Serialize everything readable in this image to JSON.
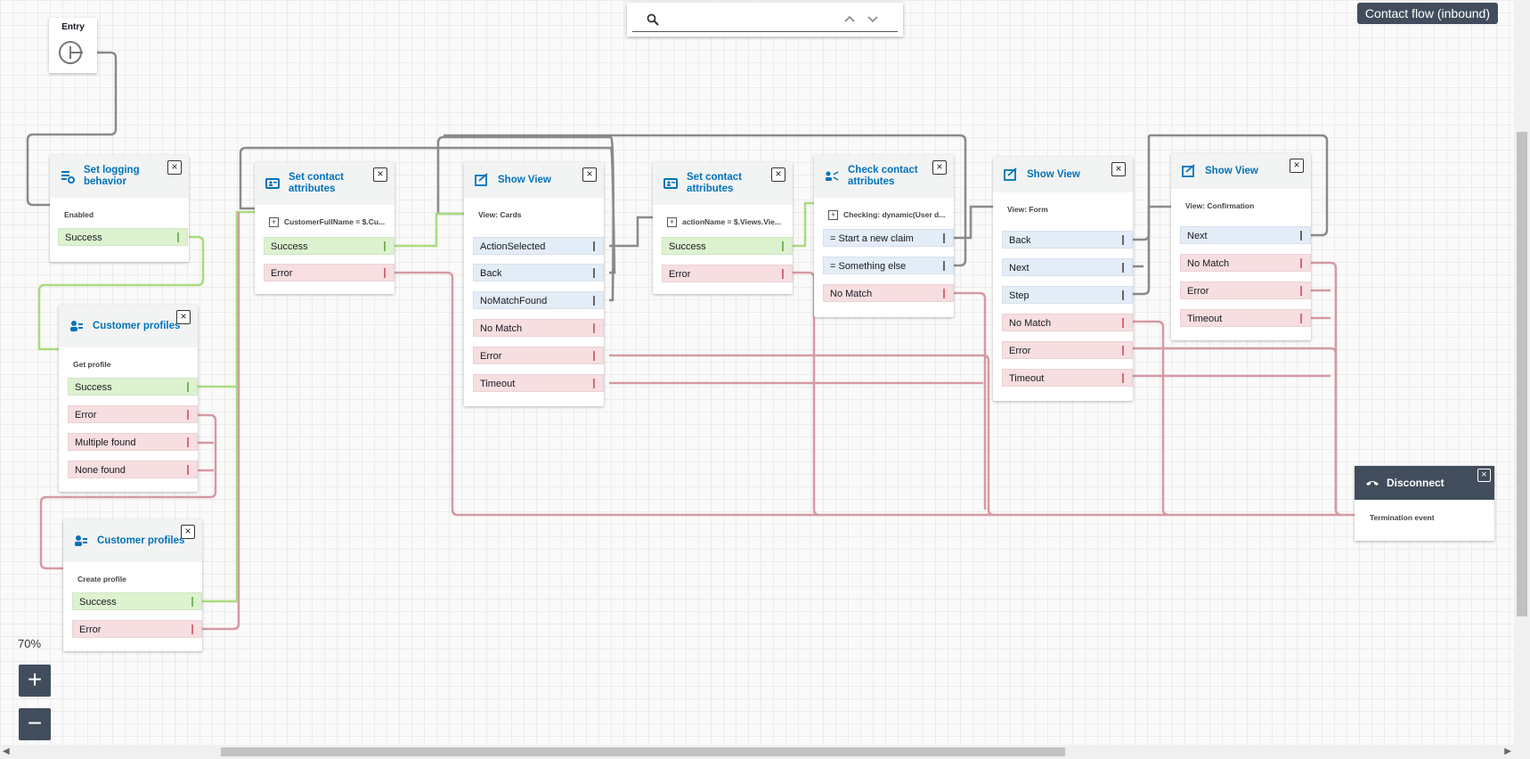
{
  "flow_type": "Contact flow (inbound)",
  "search": {
    "placeholder": ""
  },
  "zoom": {
    "level": "70%",
    "in_label": "+",
    "out_label": "−"
  },
  "entry": {
    "label": "Entry"
  },
  "blocks": [
    {
      "id": "logging",
      "title": "Set logging behavior",
      "subtitle": "Enabled",
      "branches": [
        "Success"
      ]
    },
    {
      "id": "profiles1",
      "title": "Customer profiles",
      "subtitle": "Get profile",
      "branches": [
        "Success",
        "Error",
        "Multiple found",
        "None found"
      ]
    },
    {
      "id": "profiles2",
      "title": "Customer profiles",
      "subtitle": "Create profile",
      "branches": [
        "Success",
        "Error"
      ]
    },
    {
      "id": "setattr1",
      "title": "Set contact attributes",
      "subtitle": "CustomerFullName = $.Cu...",
      "branches": [
        "Success",
        "Error"
      ]
    },
    {
      "id": "view1",
      "title": "Show View",
      "subtitle": "View: Cards",
      "branches": [
        "ActionSelected",
        "Back",
        "NoMatchFound",
        "No Match",
        "Error",
        "Timeout"
      ]
    },
    {
      "id": "setattr2",
      "title": "Set contact attributes",
      "subtitle": "actionName = $.Views.Vie...",
      "branches": [
        "Success",
        "Error"
      ]
    },
    {
      "id": "check",
      "title": "Check contact attributes",
      "subtitle": "Checking: dynamic(User d...",
      "branches": [
        "= Start a new claim",
        "= Something else",
        "No Match"
      ]
    },
    {
      "id": "view2",
      "title": "Show View",
      "subtitle": "View: Form",
      "branches": [
        "Back",
        "Next",
        "Step",
        "No Match",
        "Error",
        "Timeout"
      ]
    },
    {
      "id": "view3",
      "title": "Show View",
      "subtitle": "View: Confirmation",
      "branches": [
        "Next",
        "No Match",
        "Error",
        "Timeout"
      ]
    }
  ],
  "disconnect": {
    "title": "Disconnect",
    "subtitle": "Termination event"
  },
  "colors": {
    "success": "#ddf2cf",
    "error": "#f7dee1",
    "neutral": "#e3edf7",
    "wire_green": "#a9dc7f",
    "wire_red": "#d59aa3",
    "wire_grey": "#888888",
    "title_blue": "#0073bb",
    "dark": "#414d5c"
  }
}
